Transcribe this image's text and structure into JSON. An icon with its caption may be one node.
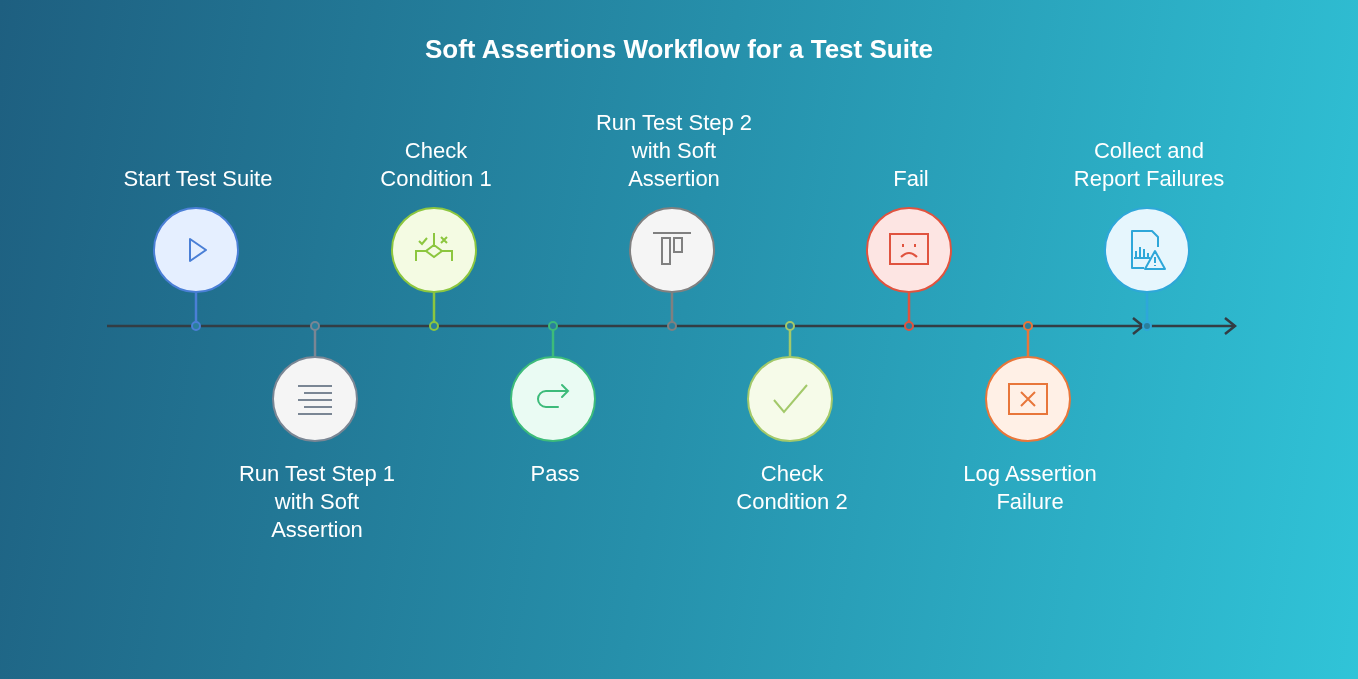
{
  "diagram": {
    "title": "Soft Assertions Workflow for a Test Suite",
    "nodes": [
      {
        "text": [
          "Start Test Suite"
        ]
      },
      {
        "text": [
          "Run Test Step 1 with Soft Assertion"
        ]
      },
      {
        "text": [
          "Check Condition 1"
        ]
      },
      {
        "text": [
          "Pass"
        ]
      },
      {
        "text": [
          "Run Test Step 2 with Soft Assertion"
        ]
      },
      {
        "text": [
          "Check Condition 2"
        ]
      },
      {
        "text": [
          "Fail"
        ]
      },
      {
        "text": [
          "Log Assertion Failure"
        ]
      },
      {
        "text": [
          "Collect and Report Failures"
        ]
      }
    ]
  }
}
